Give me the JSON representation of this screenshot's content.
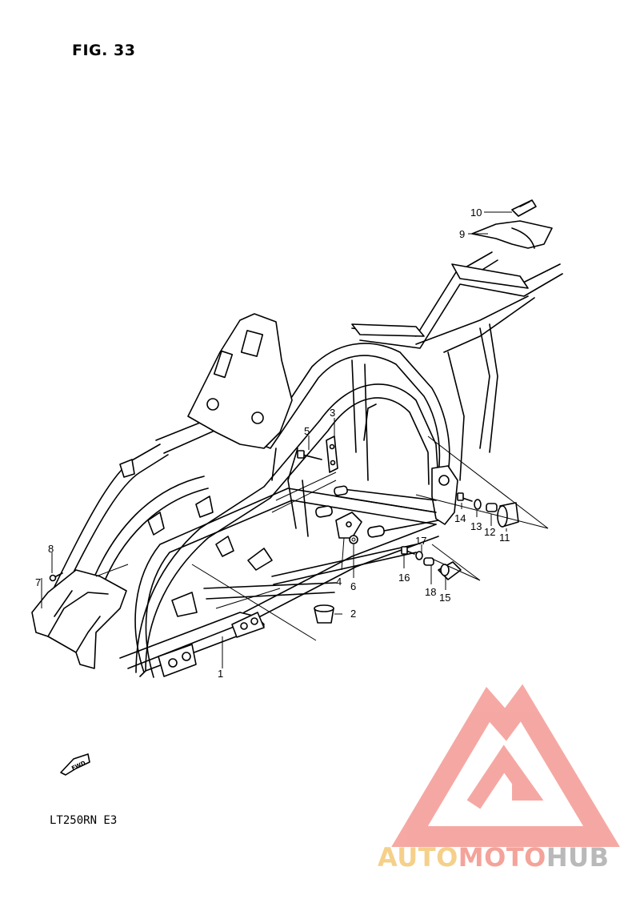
{
  "figure": {
    "title": "FIG. 33",
    "model_code": "LT250RN  E3"
  },
  "orientation_tag": "FWD",
  "parts": [
    {
      "num": "1"
    },
    {
      "num": "2"
    },
    {
      "num": "3"
    },
    {
      "num": "4"
    },
    {
      "num": "5"
    },
    {
      "num": "6"
    },
    {
      "num": "7"
    },
    {
      "num": "8"
    },
    {
      "num": "9"
    },
    {
      "num": "10"
    },
    {
      "num": "11"
    },
    {
      "num": "12"
    },
    {
      "num": "13"
    },
    {
      "num": "14"
    },
    {
      "num": "15"
    },
    {
      "num": "16"
    },
    {
      "num": "17"
    },
    {
      "num": "18"
    }
  ],
  "watermark": {
    "part1": "AUTO",
    "part2": "MOTO",
    "part3": "HUB",
    "colors": {
      "auto": "#f5d08a",
      "moto": "#f4a39a",
      "hub": "#b9b9b9",
      "logo": "#f49a94"
    }
  }
}
